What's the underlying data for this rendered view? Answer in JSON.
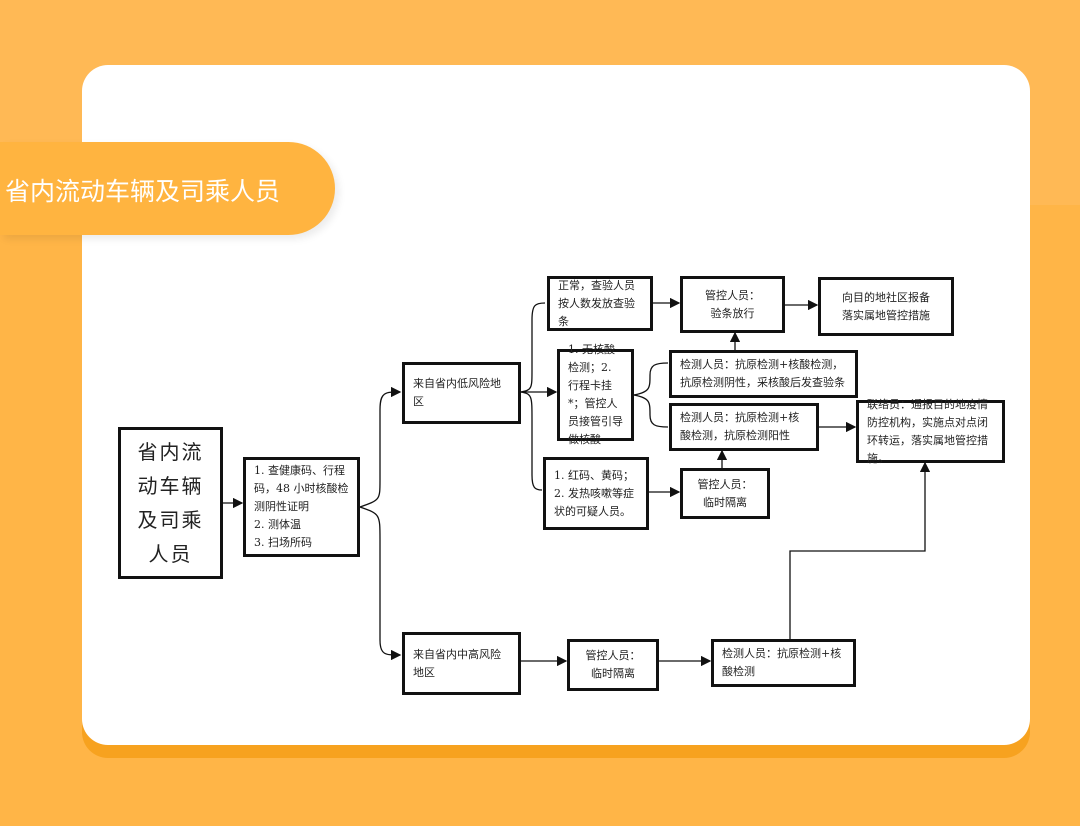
{
  "title": "省内流动车辆及司乘人员",
  "boxes": {
    "root": "省内流动车辆及司乘人员",
    "check": "1. 查健康码、行程码，48 小时核酸检测阴性证明\n2. 测体温\n3. 扫场所码",
    "low_risk": "来自省内低风险地区",
    "mid_high_risk": "来自省内中高风险地区",
    "normal": "正常，查验人员按人数发放查验条",
    "release": "管控人员：\n验条放行",
    "report": "向目的地社区报备\n落实属地管控措施",
    "no_test": "1. 无核酸检测；2. 行程卡挂*；管控人员接管引导做核酸",
    "test_negative": "检测人员：抗原检测+核酸检测，抗原检测阴性，采核酸后发查验条",
    "test_positive": "检测人员：抗原检测+核酸检测，抗原检测阳性",
    "liaison": "联络员：通报目的地疫情防控机构，实施点对点闭环转运，落实属地管控措施。",
    "red_yellow": "1. 红码、黄码；\n2. 发热咳嗽等症状的可疑人员。",
    "isolate1": "管控人员：\n临时隔离",
    "isolate2": "管控人员：\n临时隔离",
    "test_mid": "检测人员：抗原检测+核酸检测"
  }
}
